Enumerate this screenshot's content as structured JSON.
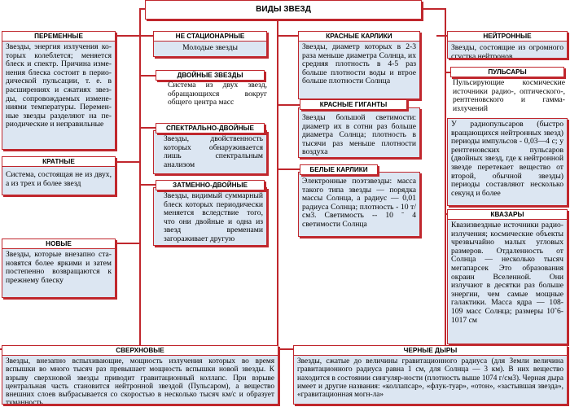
{
  "title": "ВИДЫ ЗВЕЗД",
  "left": {
    "variable": {
      "title": "ПЕРЕМЕННЫЕ",
      "text": "Звезды, энергия излучения ко-торых колеблется; меняется блеск и спектр. Причина изме-нения блеска состоит в перио-дической пульсации, т. е. в расширениях и сжатиях звез-ды, сопровождаемых измене-ниями температуры. Перемен-ные звезды разделяют на пе-риодические и неправильные"
    },
    "multiple": {
      "title": "КРАТНЫЕ",
      "text": "Система, состоящая не из двух, а из трех и более звезд"
    },
    "new": {
      "title": "НОВЫЕ",
      "text": "Звезды, которые внезапно ста-новятся более яркими и затем постепенно возвращаются к прежнему блеску"
    }
  },
  "middle_left": {
    "non_stationary": {
      "title": "НЕ СТАЦИОНАРНЫЕ",
      "text": "Молодые звезды"
    },
    "double": {
      "title": "ДВОЙНЫЕ ЗВЕЗДЫ",
      "text": "Система из двух звезд, обращающихся вокруг общего центра масс"
    },
    "spectral_double": {
      "title": "СПЕКТРАЛЬНО-ДВОЙНЫЕ",
      "text": "Звезды, двойственность которых обнаруживается лишь спектральным анализом"
    },
    "eclipsing_double": {
      "title": "ЗАТМЕННО-ДВОЙНЫЕ",
      "text": "Звезды, видимый суммарный блеск которых периодически меняется вследствие того, что они двойные и одна из звезд временами загораживает другую"
    }
  },
  "middle_right": {
    "red_dwarfs": {
      "title": "КРАСНЫЕ КАРЛИКИ",
      "text": "Звезды, диаметр которых в 2-3 раза меньше диаметра Солнца, их средняя плотность в 4-5 раз больше плотности воды и втрое больше плотности Солнца"
    },
    "red_giants": {
      "title": "КРАСНЫЕ ГИГАНТЫ",
      "text": "Звезды большой светимости: диаметр их в сотни раз больше диаметра Солнца; плотность в тысячи раз меньше плотности воздуха"
    },
    "white_dwarfs": {
      "title": "БЕЛЫЕ КАРЛИКИ",
      "text": "Электронные поэтзвезды: масса такого типа звезды — порядка массы Солнца, а радиус — 0,01 радиуса Солнца; плотность - 10 т/см3. Светимость -- 10 ˉ 4 светимости Солнца"
    }
  },
  "right": {
    "neutron": {
      "title": "НЕЙТРОННЫЕ",
      "text": "Звезды, состоящие из огромного сгустка нейтронов,"
    },
    "pulsars": {
      "title": "ПУЛЬСАРЫ",
      "text": "Пульсирующие космические источники радио-, оптического-, рентгеновского и гамма-излучений",
      "text2": "У радиопульсаров (быстро вращающихся нейтронных звезд) периоды импульсов - 0,03—4 с; у рентгеновских пульсаров (двойных звезд, где к нейтронной звезде перетекает вещество от второй, обычной звезды) периоды составляют несколько секунд и более"
    },
    "quasars": {
      "title": "КВАЗАРЫ",
      "text": "Квазизвездные источники радио-излучения; космические объекты чрезвычайно малых угловых размеров. Отдаленность от Солнца — несколько тысяч мегапарсек Это образования окраин Вселенной. Они излучают в десятки раз больше энергии, чем самые мощные галактики. Масса ядра — 108-109 масс Солнца; размеры 10ˆ6-1017 см"
    }
  },
  "bottom": {
    "supernova": {
      "title": "СВЕРХНОВЫЕ",
      "text": "Звезды, внезапно вспыхивающие, мощность излучения которых во время вспышки во много тысяч раз превышает мощность вспышки новой звезды. К взрыву сверхновой звезды приводит гравитационный коллапс. При взрыве центральная часть становится нейтронной звездой (Пульсаром), а вещество внешних слоев выбрасывается со скоростью в несколько тысяч км/с и образует туманность"
    },
    "black_holes": {
      "title": "ЧЕРНЫЕ ДЫРЫ",
      "text": "Звезды, сжатые до величины гравитационного радиуса (для Земли величина гравитационного радиуса равна 1 см, для Солнца — 3 км). В них вещество находится в состоянии сингуляр-ности (плотность выше 1074 г/см3). Черная дыра имеет и другие названия: «коллапсар», «флук-туар», «отон», «застывшая звезда», «гравитационная могн-ла»"
    }
  }
}
